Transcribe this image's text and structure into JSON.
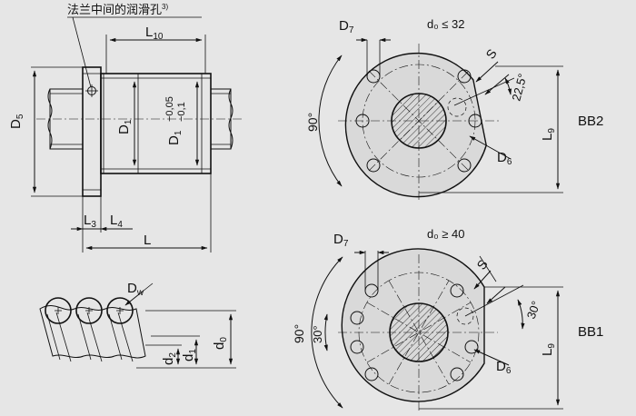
{
  "note_label": "法兰中间的润滑孔",
  "note_sup": "3)",
  "side_view": {
    "d5": "D",
    "d5_sub": "5",
    "d1": "D",
    "d1_sub": "1",
    "d1_tol": "D",
    "d1_tol_sub": "1",
    "tol_upper": "−0,05",
    "tol_lower": "−0,1",
    "l10": "L",
    "l10_sub": "10",
    "l3": "L",
    "l3_sub": "3",
    "l4": "L",
    "l4_sub": "4",
    "l": "L"
  },
  "ball_view": {
    "dw": "D",
    "dw_sub": "w",
    "d2": "d",
    "d2_sub": "2",
    "d1": "d",
    "d1_sub": "1",
    "d0": "d",
    "d0_sub": "0"
  },
  "bb2": {
    "label": "BB2",
    "size": "d₀ ≤ 32",
    "d7": "D",
    "d7_sub": "7",
    "s": "S",
    "angle_small": "22,5°",
    "angle_large": "90°",
    "d6": "D",
    "d6_sub": "6",
    "l9": "L",
    "l9_sub": "9"
  },
  "bb1": {
    "label": "BB1",
    "size": "d₀ ≥ 40",
    "d7": "D",
    "d7_sub": "7",
    "s": "S",
    "angle_right": "30°",
    "angle_90": "90°",
    "angle_30": "30°",
    "d6": "D",
    "d6_sub": "6",
    "l9": "L",
    "l9_sub": "9"
  }
}
